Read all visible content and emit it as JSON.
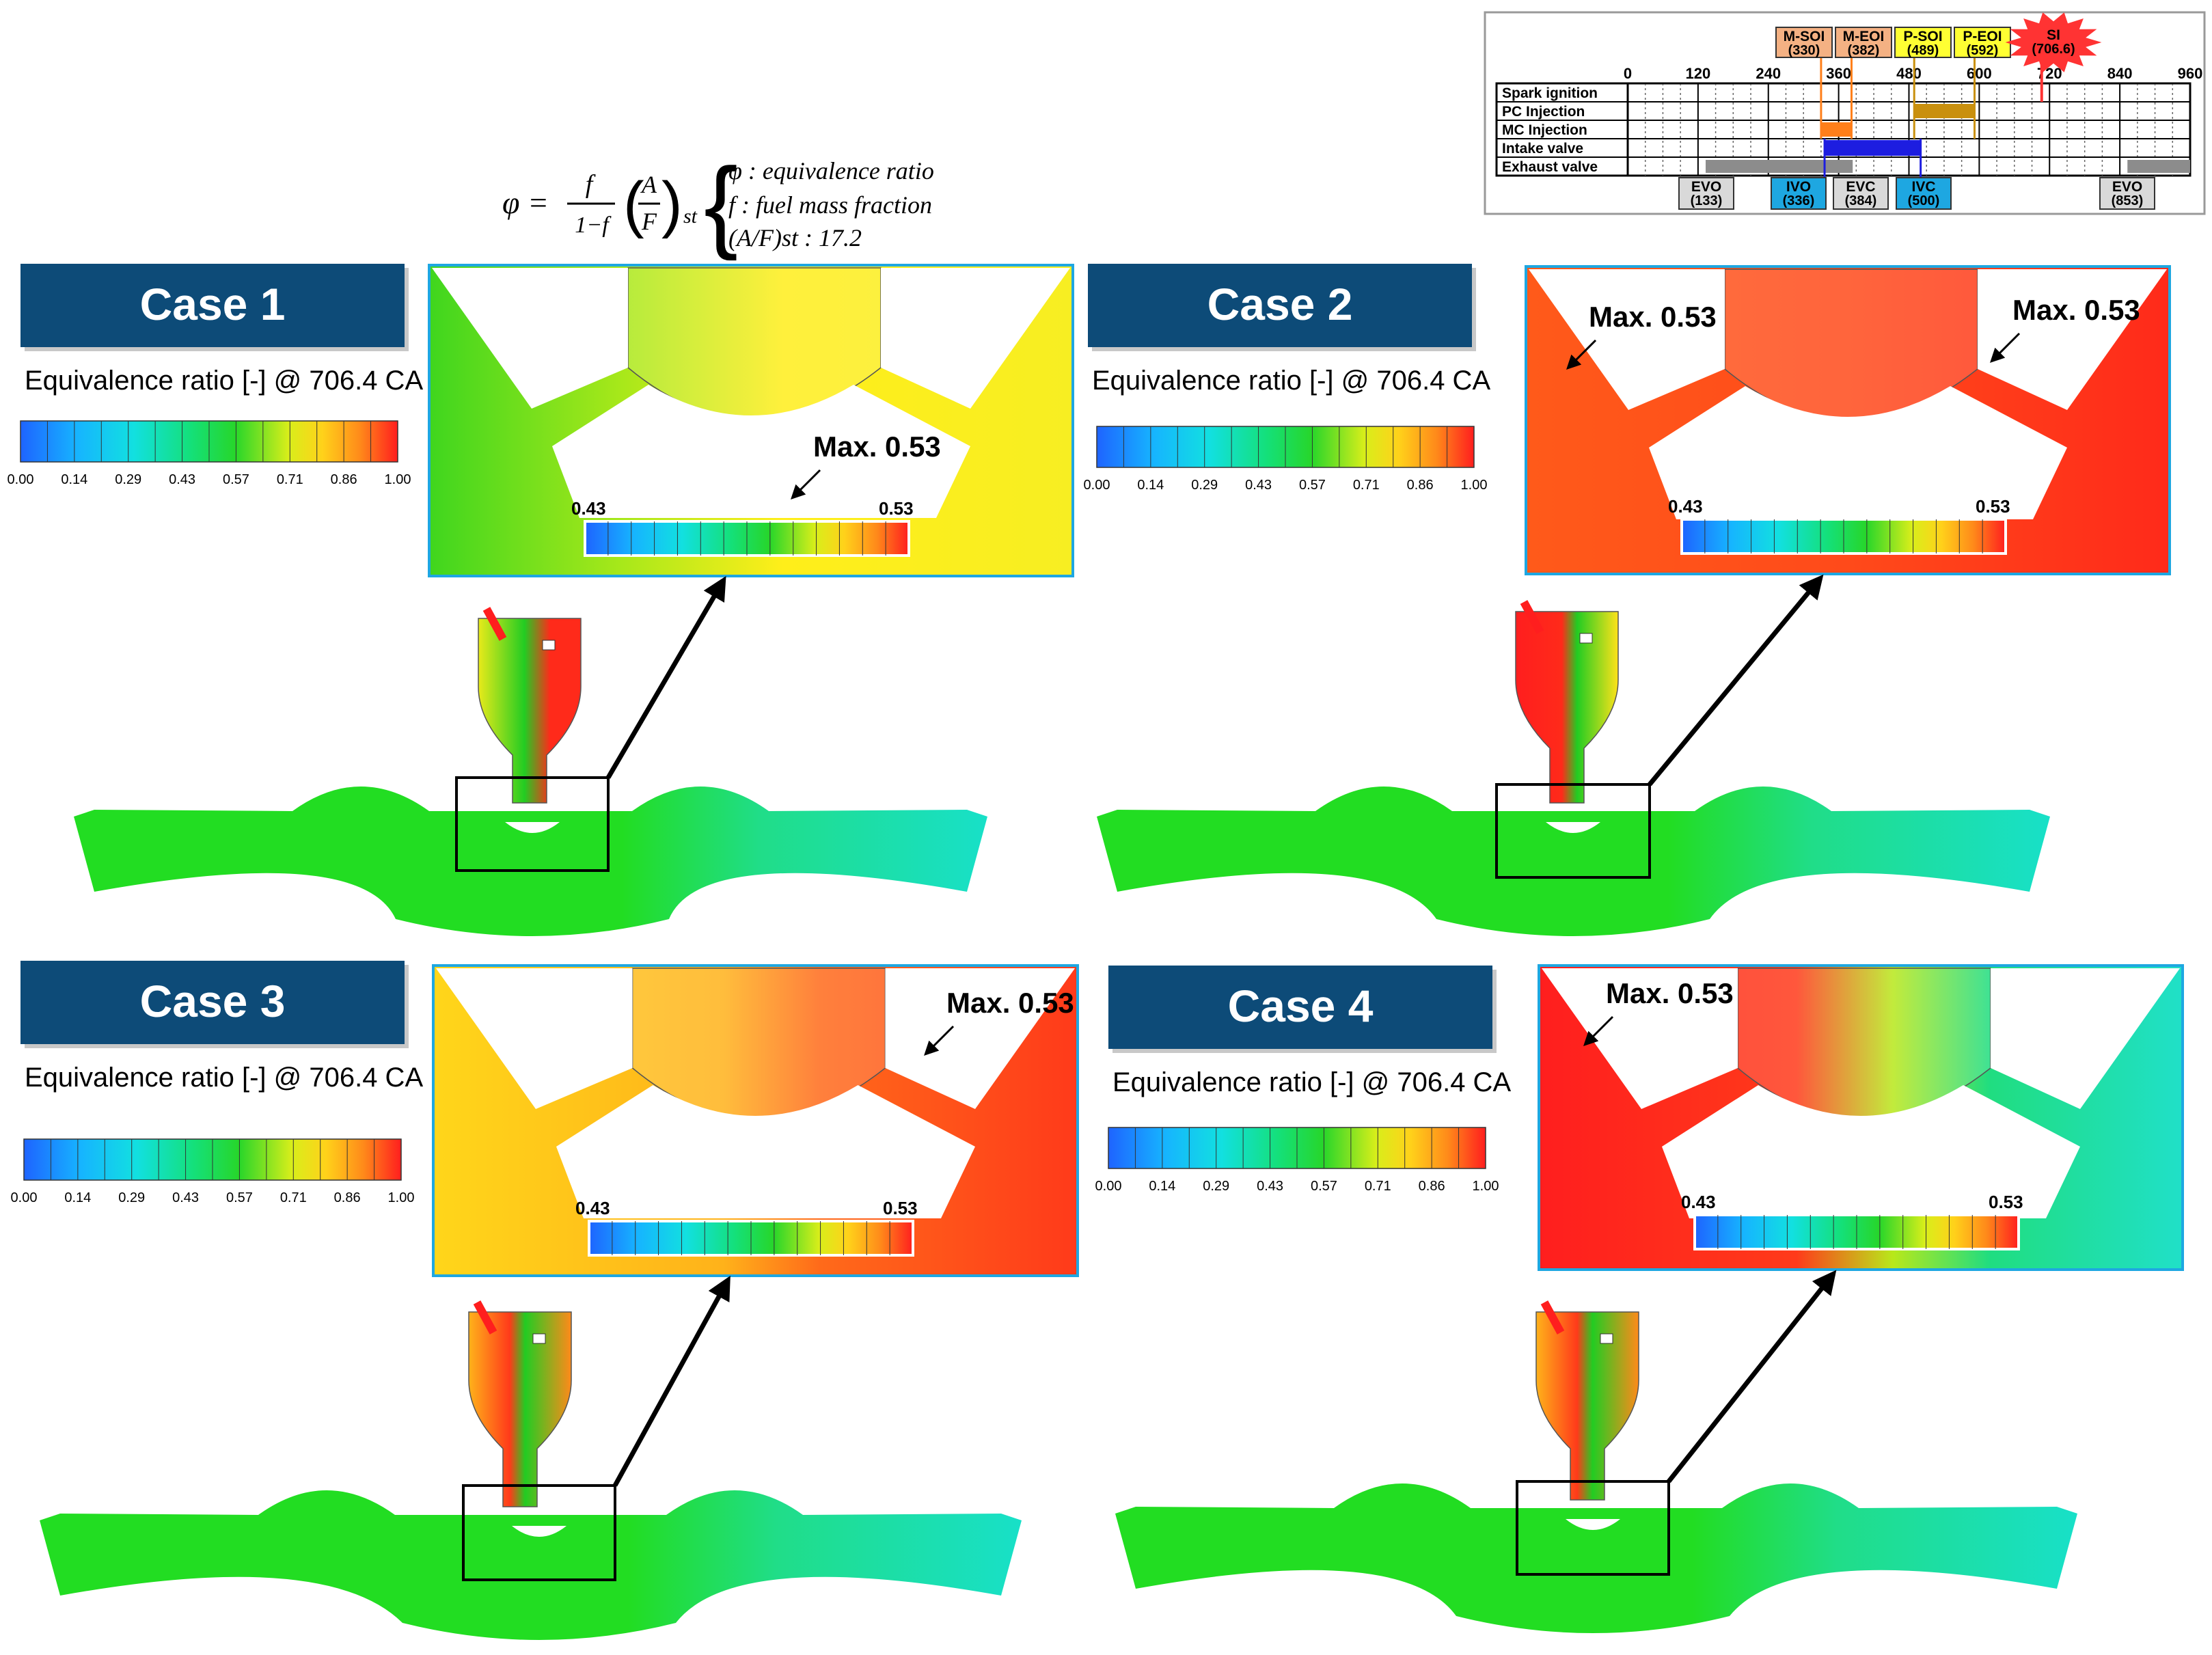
{
  "formula": {
    "lhs": "φ =",
    "num1": "f",
    "den1": "1−f",
    "num2": "A",
    "den2": "F",
    "st": "st",
    "def_phi": "φ : equivalence ratio",
    "def_f": "f : fuel mass fraction",
    "def_af": "(A/F)st : 17.2"
  },
  "timing": {
    "axis_ticks": [
      "0",
      "120",
      "240",
      "360",
      "480",
      "600",
      "720",
      "840",
      "960"
    ],
    "rows": [
      "Spark ignition",
      "PC Injection",
      "MC Injection",
      "Intake valve",
      "Exhaust valve"
    ],
    "top_events": [
      {
        "name": "M-SOI",
        "value": "(330)",
        "color": "#f4b183"
      },
      {
        "name": "M-EOI",
        "value": "(382)",
        "color": "#f4b183"
      },
      {
        "name": "P-SOI",
        "value": "(489)",
        "color": "#ffff33"
      },
      {
        "name": "P-EOI",
        "value": "(592)",
        "color": "#ffff33"
      }
    ],
    "si_event": {
      "name": "SI",
      "value": "(706.6)",
      "color": "#ff3333"
    },
    "bottom_events": [
      {
        "name": "EVO",
        "value": "(133)",
        "color": "#d9d9d9"
      },
      {
        "name": "IVO",
        "value": "(336)",
        "color": "#1ea7e1"
      },
      {
        "name": "EVC",
        "value": "(384)",
        "color": "#d9d9d9"
      },
      {
        "name": "IVC",
        "value": "(500)",
        "color": "#1ea7e1"
      },
      {
        "name": "EVO",
        "value": "(853)",
        "color": "#d9d9d9"
      }
    ],
    "colors": {
      "pc": "#c9900e",
      "mc": "#ff7f1a",
      "intake": "#1d1de0",
      "exhaust": "#8c8c8c",
      "spark": "#ff3333"
    }
  },
  "colorbar": {
    "ticks": [
      "0.00",
      "0.14",
      "0.29",
      "0.43",
      "0.57",
      "0.71",
      "0.86",
      "1.00"
    ],
    "zoom_min": "0.43",
    "zoom_max": "0.53"
  },
  "cases": [
    {
      "title": "Case 1",
      "subtitle": "Equivalence ratio [-] @ 706.4 CA",
      "max_label": "Max. 0.53"
    },
    {
      "title": "Case 2",
      "subtitle": "Equivalence ratio [-] @ 706.4 CA",
      "max_label": "Max. 0.53",
      "max_label_2": "Max. 0.53"
    },
    {
      "title": "Case 3",
      "subtitle": "Equivalence ratio [-] @ 706.4 CA",
      "max_label": "Max. 0.53"
    },
    {
      "title": "Case 4",
      "subtitle": "Equivalence ratio [-] @ 706.4 CA",
      "max_label": "Max. 0.53"
    }
  ],
  "theme": {
    "banner": "#0d4b78",
    "zoom_border": "#1ea7e1",
    "contour_green": "#22dd22"
  }
}
